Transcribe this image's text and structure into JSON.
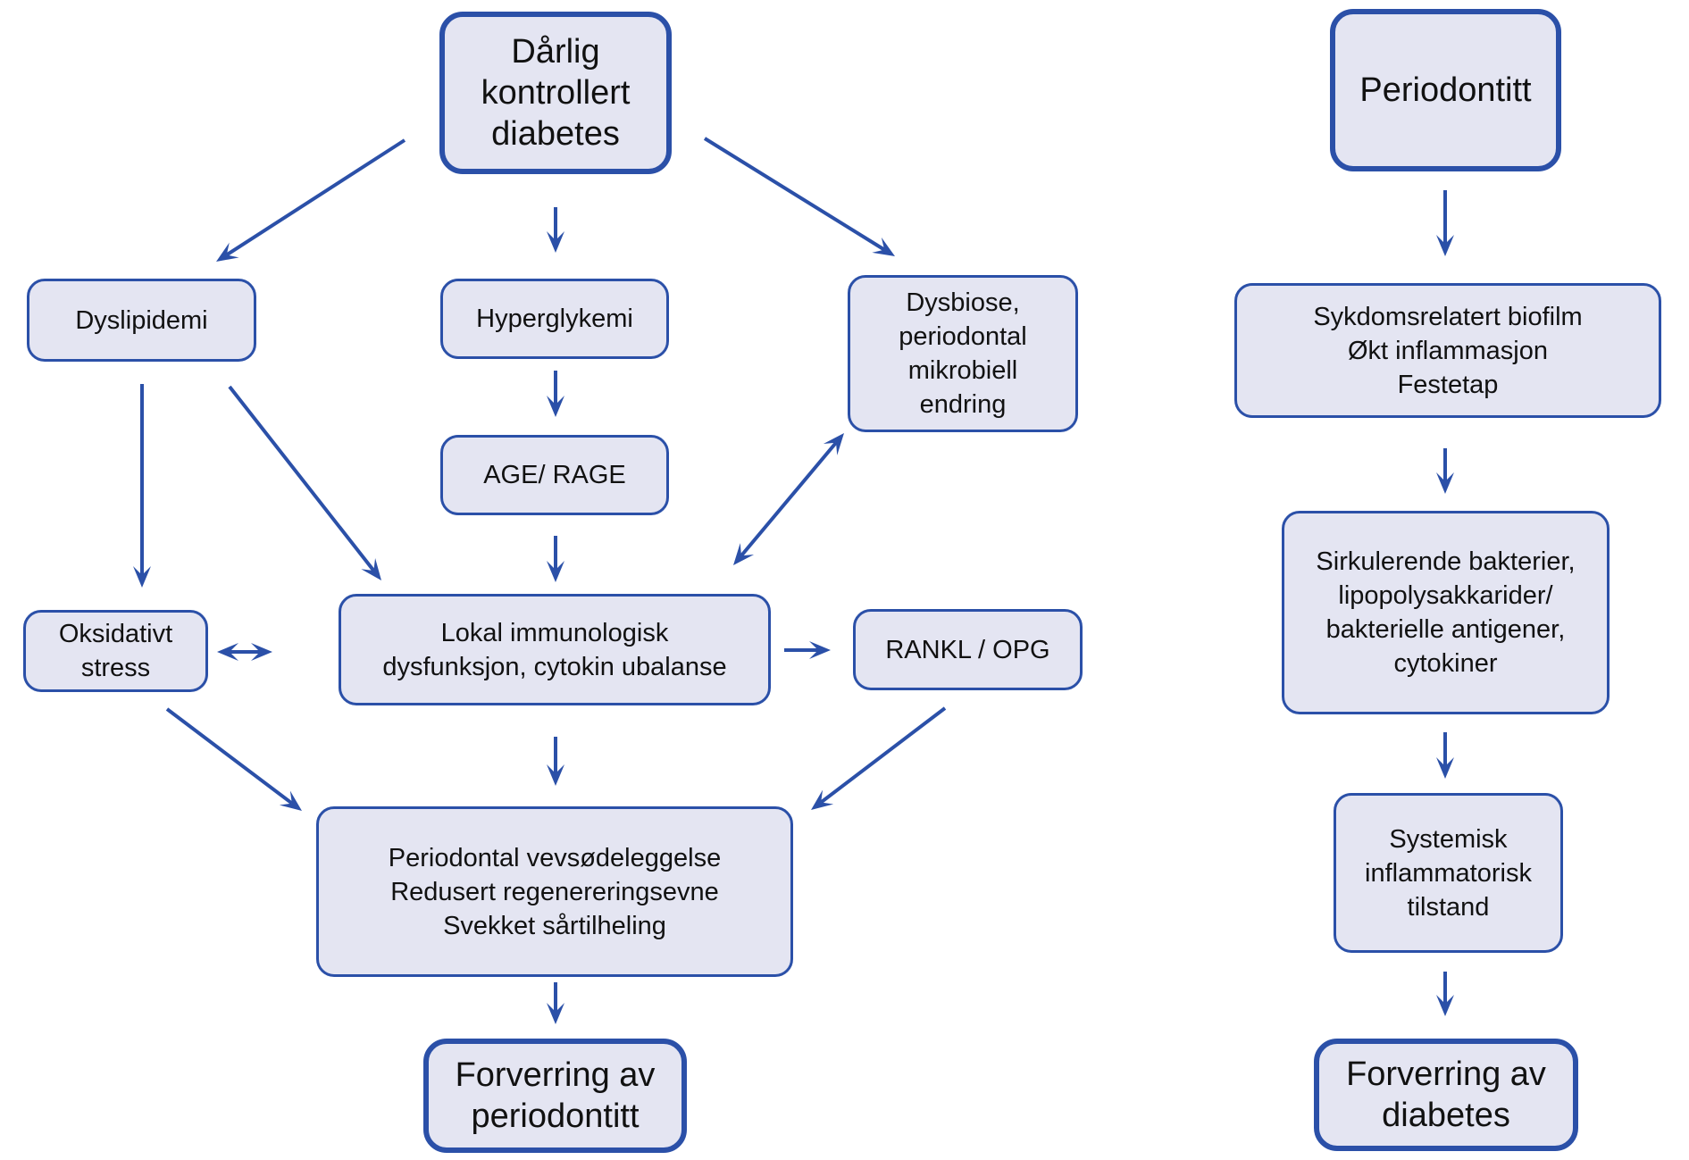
{
  "colors": {
    "border": "#2b50a8",
    "fill": "#e4e5f2",
    "arrow": "#2b50a8",
    "text": "#111111"
  },
  "left_flow": {
    "root": "Dårlig\nkontrollert\ndiabetes",
    "dyslipidemi": "Dyslipidemi",
    "hyperglykemi": "Hyperglykemi",
    "dysbiose": "Dysbiose,\nperiodontal\nmikrobiell\nendring",
    "age_rage": "AGE/ RAGE",
    "oksidativt": "Oksidativt stress",
    "lokal": "Lokal immunologisk\ndysfunksjon, cytokin ubalanse",
    "rankl": "RANKL / OPG",
    "periodontal": "Periodontal vevsødeleggelse\nRedusert regenereringsevne\nSvekket sårtilheling",
    "outcome": "Forverring av\nperiodontitt"
  },
  "right_flow": {
    "root": "Periodontitt",
    "biofilm": "Sykdomsrelatert biofilm\nØkt inflammasjon\nFestetap",
    "sirkulerende": "Sirkulerende bakterier,\nlipopolysakkarider/\nbakterielle antigener,\ncytokiner",
    "systemisk": "Systemisk\ninflammatorisk\ntilstand",
    "outcome": "Forverring av\ndiabetes"
  },
  "edges": [
    {
      "from": "root",
      "to": "dyslipidemi",
      "type": "single"
    },
    {
      "from": "root",
      "to": "hyperglykemi",
      "type": "single"
    },
    {
      "from": "root",
      "to": "dysbiose",
      "type": "single"
    },
    {
      "from": "dyslipidemi",
      "to": "oksidativt",
      "type": "single"
    },
    {
      "from": "dyslipidemi",
      "to": "lokal",
      "type": "single"
    },
    {
      "from": "hyperglykemi",
      "to": "age_rage",
      "type": "single"
    },
    {
      "from": "age_rage",
      "to": "lokal",
      "type": "single"
    },
    {
      "from": "lokal",
      "to": "dysbiose",
      "type": "double"
    },
    {
      "from": "oksidativt",
      "to": "lokal",
      "type": "double"
    },
    {
      "from": "lokal",
      "to": "rankl",
      "type": "single"
    },
    {
      "from": "oksidativt",
      "to": "periodontal",
      "type": "single"
    },
    {
      "from": "lokal",
      "to": "periodontal",
      "type": "single"
    },
    {
      "from": "rankl",
      "to": "periodontal",
      "type": "single"
    },
    {
      "from": "periodontal",
      "to": "outcome",
      "type": "single"
    },
    {
      "from": "r_root",
      "to": "biofilm",
      "type": "single"
    },
    {
      "from": "biofilm",
      "to": "sirkulerende",
      "type": "single"
    },
    {
      "from": "sirkulerende",
      "to": "systemisk",
      "type": "single"
    },
    {
      "from": "systemisk",
      "to": "r_outcome",
      "type": "single"
    }
  ]
}
